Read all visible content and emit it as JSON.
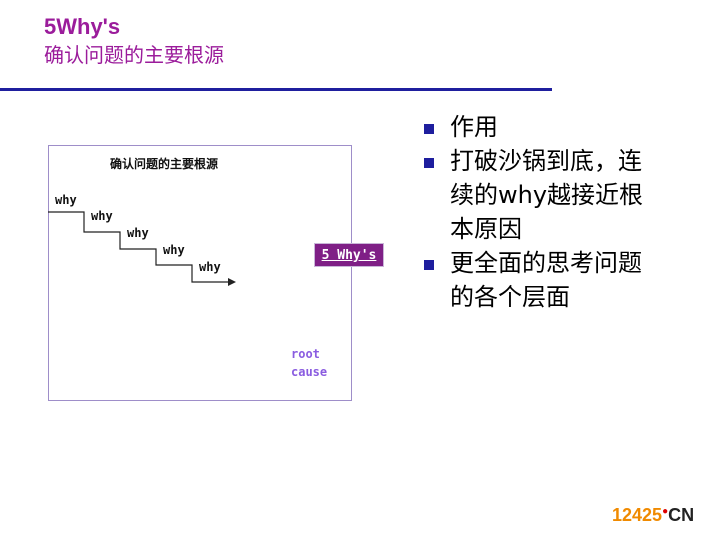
{
  "header": {
    "title": "5Why's",
    "subtitle": "确认问题的主要根源"
  },
  "diagram": {
    "title": "确认问题的主要根源",
    "steps": [
      "why",
      "why",
      "why",
      "why",
      "why"
    ],
    "badge": "5 Why's",
    "root_cause": [
      "root",
      "cause"
    ]
  },
  "bullets": [
    {
      "lines": [
        "作用"
      ]
    },
    {
      "lines": [
        "打破沙锅到底，连",
        "续的why越接近根",
        "本原因"
      ]
    },
    {
      "lines": [
        "更全面的思考问题",
        "的各个层面"
      ]
    }
  ],
  "watermark": {
    "number": "12425",
    "dot": "●",
    "suffix": "CN"
  },
  "colors": {
    "accent": "#9B1C9B",
    "rule": "#1F1F9E",
    "badge": "#7F1F86",
    "root": "#8A5CE0"
  }
}
